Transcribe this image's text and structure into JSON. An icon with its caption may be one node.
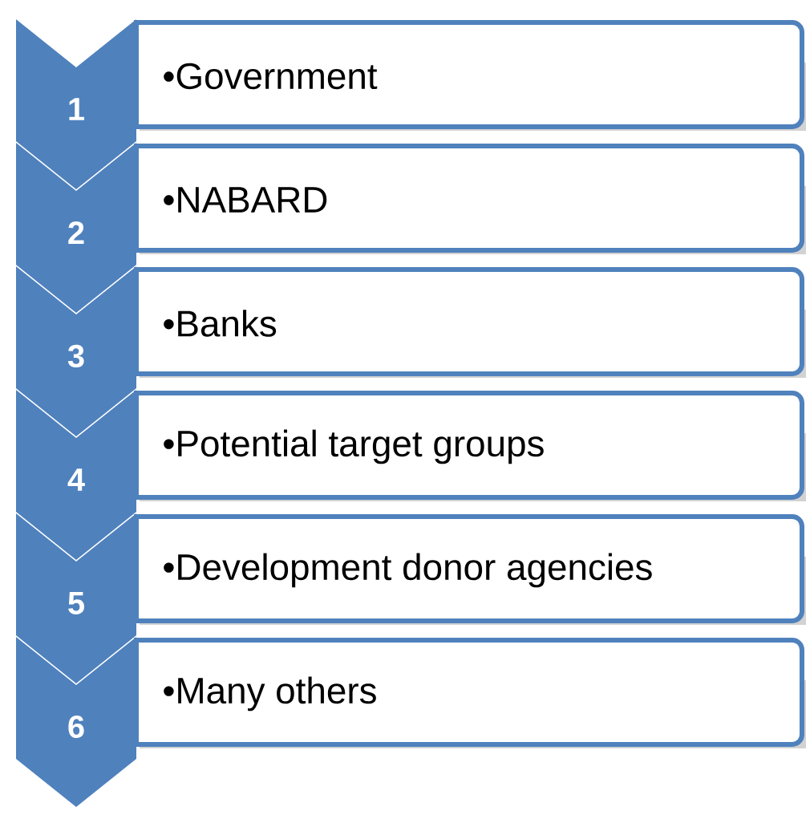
{
  "diagram": {
    "nodes": [
      {
        "text": [
          "1"
        ]
      },
      {
        "text": [
          "•Government"
        ]
      },
      {
        "text": [
          "2"
        ]
      },
      {
        "text": [
          "•NABARD"
        ]
      },
      {
        "text": [
          "3"
        ]
      },
      {
        "text": [
          "•Banks"
        ]
      },
      {
        "text": [
          "4"
        ]
      },
      {
        "text": [
          "•Potential target groups"
        ]
      },
      {
        "text": [
          "5"
        ]
      },
      {
        "text": [
          "•Development donor agencies"
        ]
      },
      {
        "text": [
          "6"
        ]
      },
      {
        "text": [
          "•Many others"
        ]
      }
    ]
  }
}
